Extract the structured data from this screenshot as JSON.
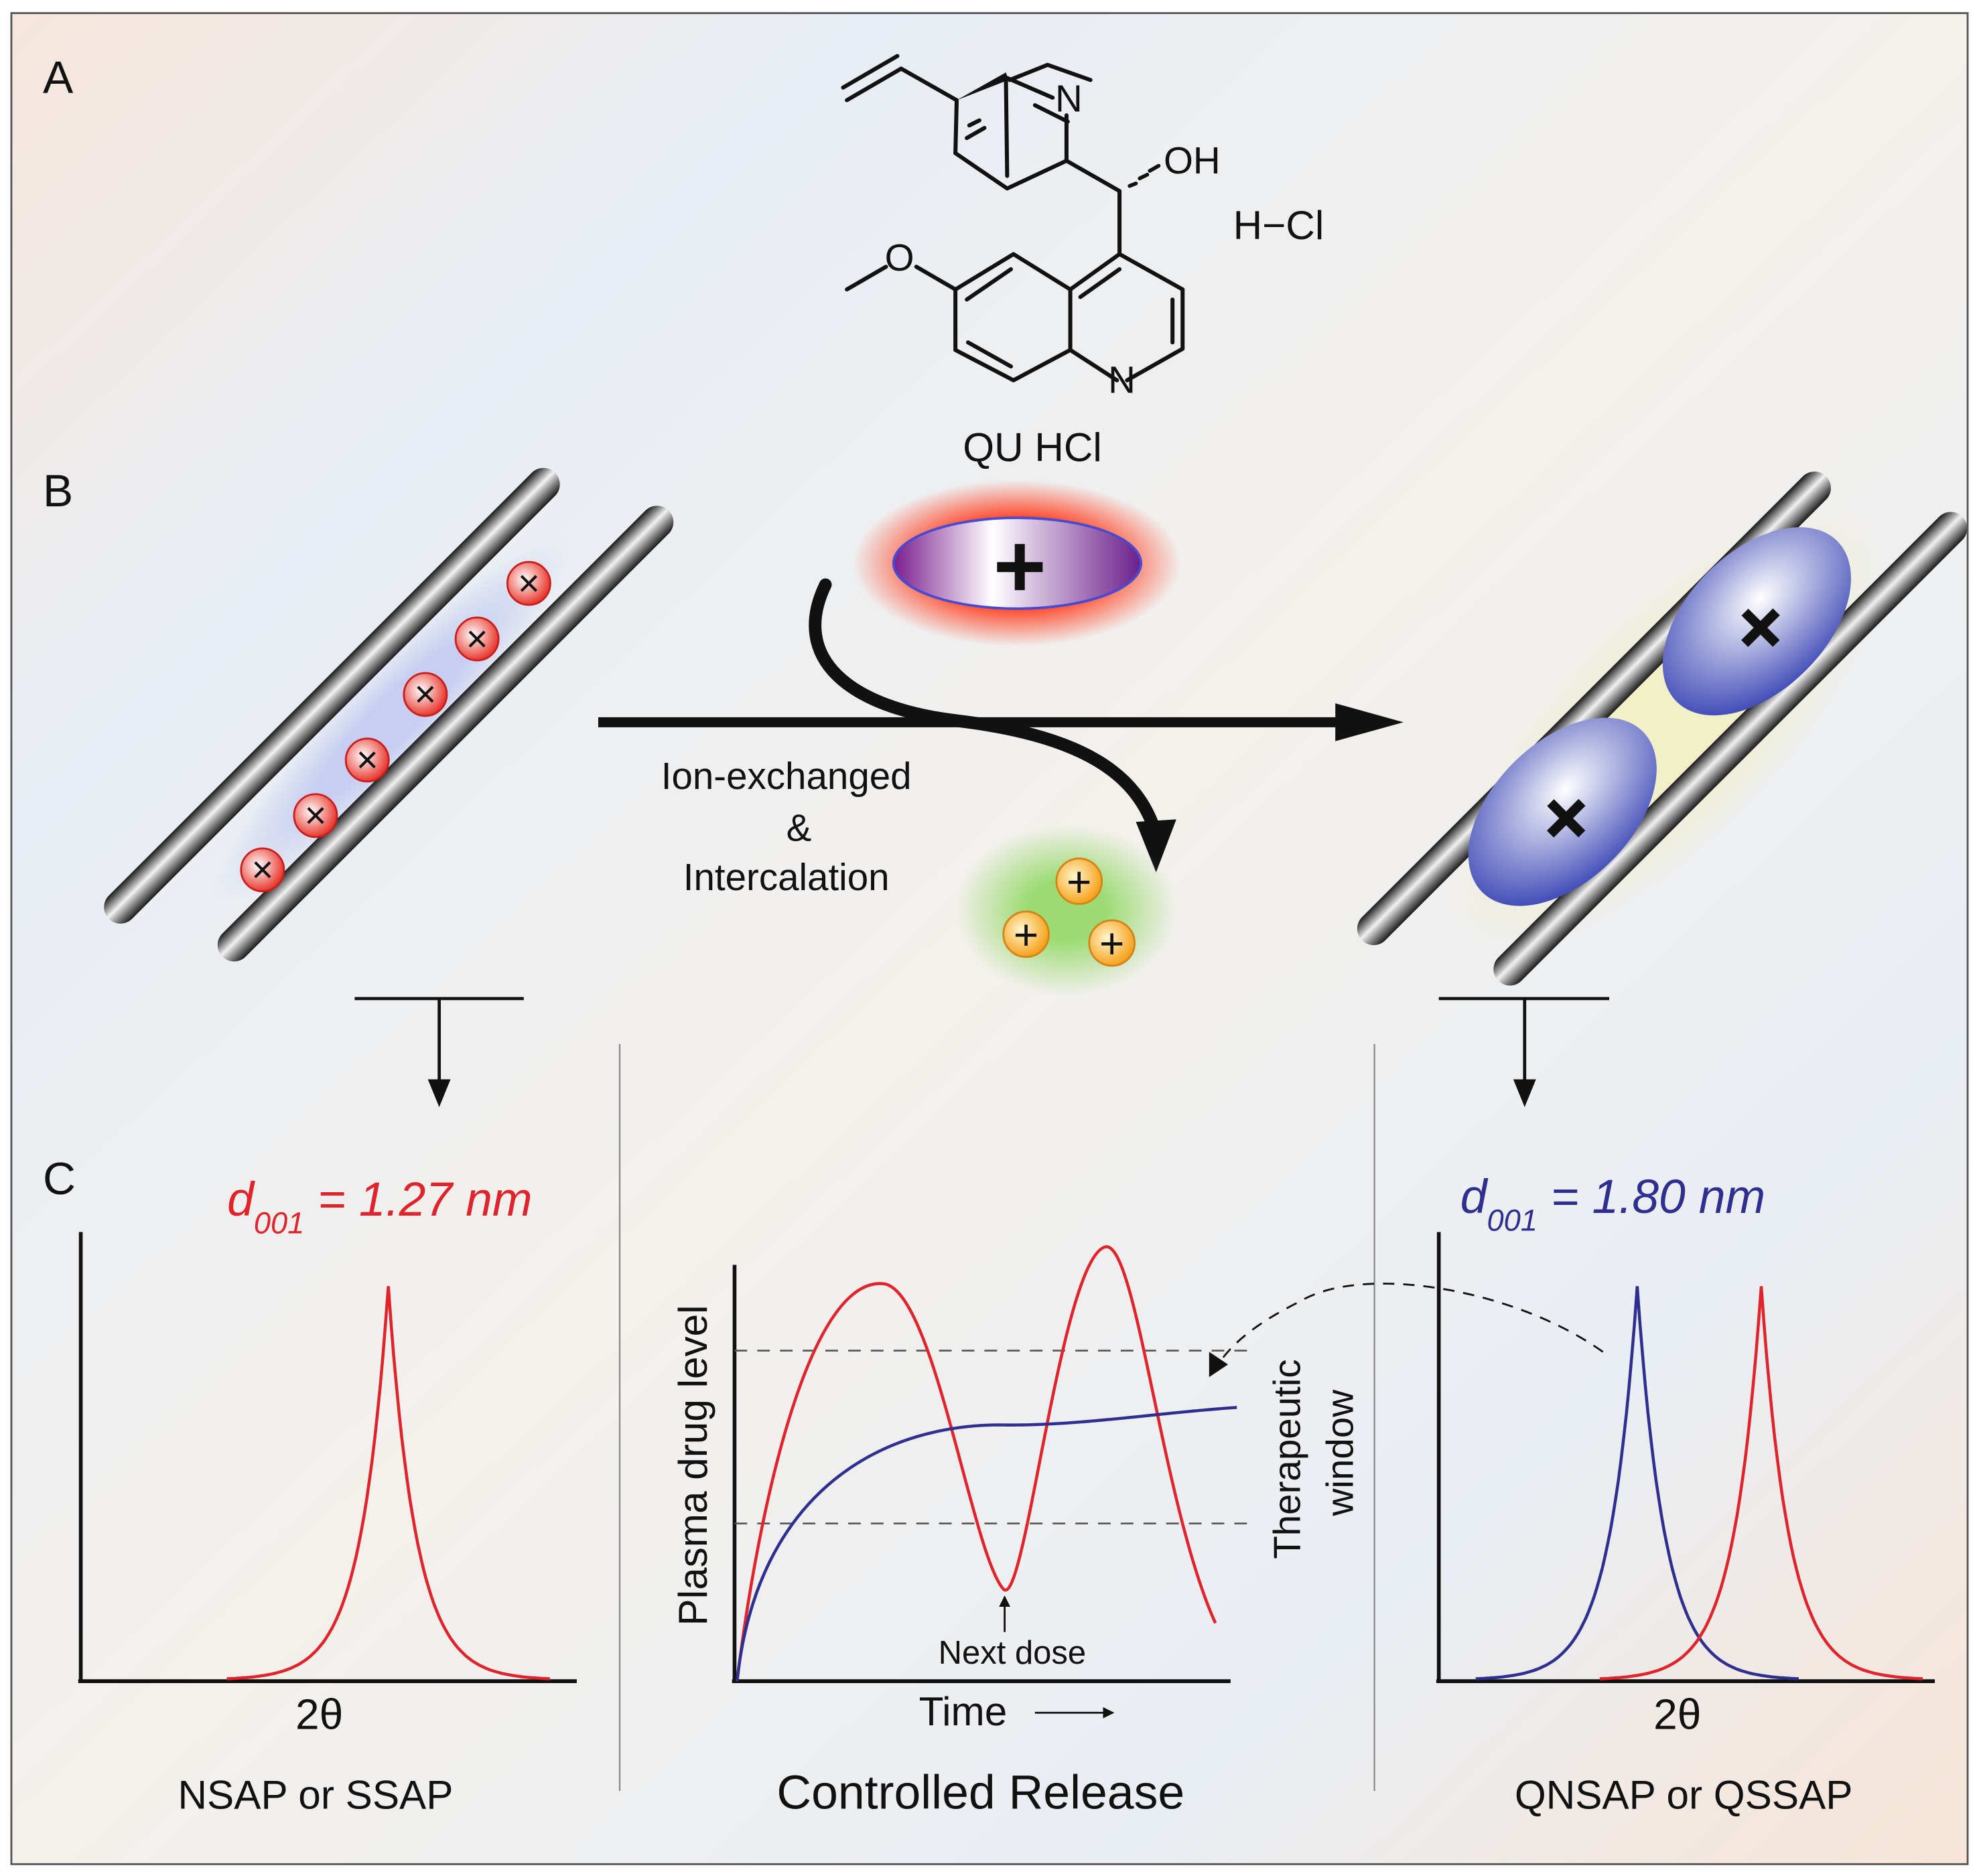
{
  "panels": {
    "a_label": "A",
    "b_label": "B",
    "c_label": "C"
  },
  "molecule": {
    "atoms": {
      "n_top": "N",
      "oh": "OH",
      "o_methoxy": "O",
      "n_quinoline": "N"
    },
    "salt": "H−Cl",
    "name": "QU HCl"
  },
  "process": {
    "line1": "Ion-exchanged",
    "line2": "&",
    "line3": "Intercalation",
    "plus": "+",
    "cross": "×"
  },
  "left_panel": {
    "d_symbol": "d",
    "d_subscript": "001",
    "d_value": " = 1.27 nm",
    "xlabel": "2θ",
    "caption": "NSAP  or SSAP"
  },
  "center_panel": {
    "ylabel": "Plasma drug level",
    "xlabel": "Time",
    "annotation": "Next dose",
    "window_line1": "Therapeutic",
    "window_line2": "window",
    "caption": "Controlled Release"
  },
  "right_panel": {
    "d_symbol": "d",
    "d_subscript": "001",
    "d_value": " = 1.80 nm",
    "xlabel": "2θ",
    "caption": "QNSAP  or QSSAP"
  },
  "colors": {
    "red": "#e0242c",
    "blue": "#2e2f8f",
    "black": "#111111"
  },
  "chart_data": [
    {
      "type": "line",
      "title": "",
      "xlabel": "2θ",
      "ylabel": "",
      "series": [
        {
          "peak_position": 0.62,
          "relative_height": 1.0
        }
      ]
    },
    {
      "type": "line",
      "title": "",
      "xlabel": "Time",
      "ylabel": "Plasma drug level",
      "therapeutic_window": [
        0.37,
        0.82
      ],
      "series": [
        {
          "shape": "repeated dosing",
          "peaks": [
            0.88,
            0.97
          ],
          "trough": 0.22
        },
        {
          "shape": "controlled release",
          "plateau": 0.65
        }
      ]
    },
    {
      "type": "line",
      "title": "",
      "xlabel": "2θ",
      "ylabel": "",
      "series": [
        {
          "peak_position": 0.4,
          "relative_height": 1.0
        },
        {
          "peak_position": 0.65,
          "relative_height": 1.0
        }
      ]
    }
  ]
}
